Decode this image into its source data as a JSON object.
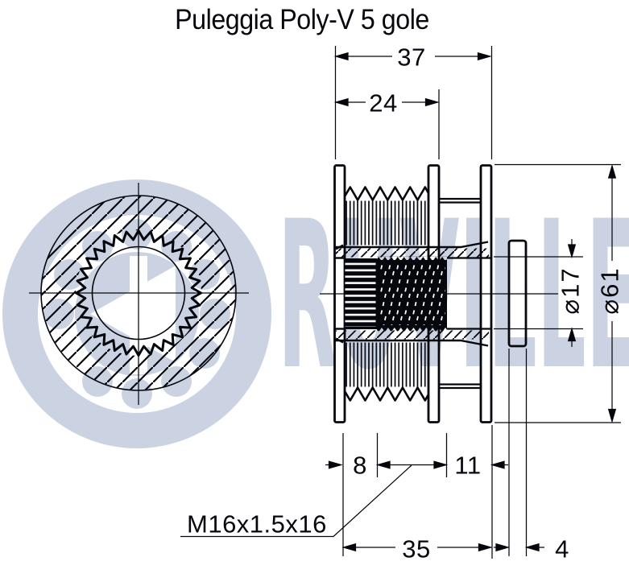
{
  "title": "Puleggia Poly-V 5 gole",
  "watermark": {
    "text": "RUVILLE"
  },
  "dimensions": {
    "overall_width": "37",
    "pulley_width": "24",
    "spline_length": "8",
    "bore_depth": "11",
    "hub_length": "35",
    "spacer_thickness": "4",
    "bore_diameter": "⌀17",
    "outer_diameter": "⌀61",
    "thread_spec": "M16x1.5x16"
  },
  "views": {
    "front": "front-section-view",
    "side": "side-section-view"
  },
  "colors": {
    "ink": "#05070d",
    "watermark": "#cbd3e2"
  }
}
